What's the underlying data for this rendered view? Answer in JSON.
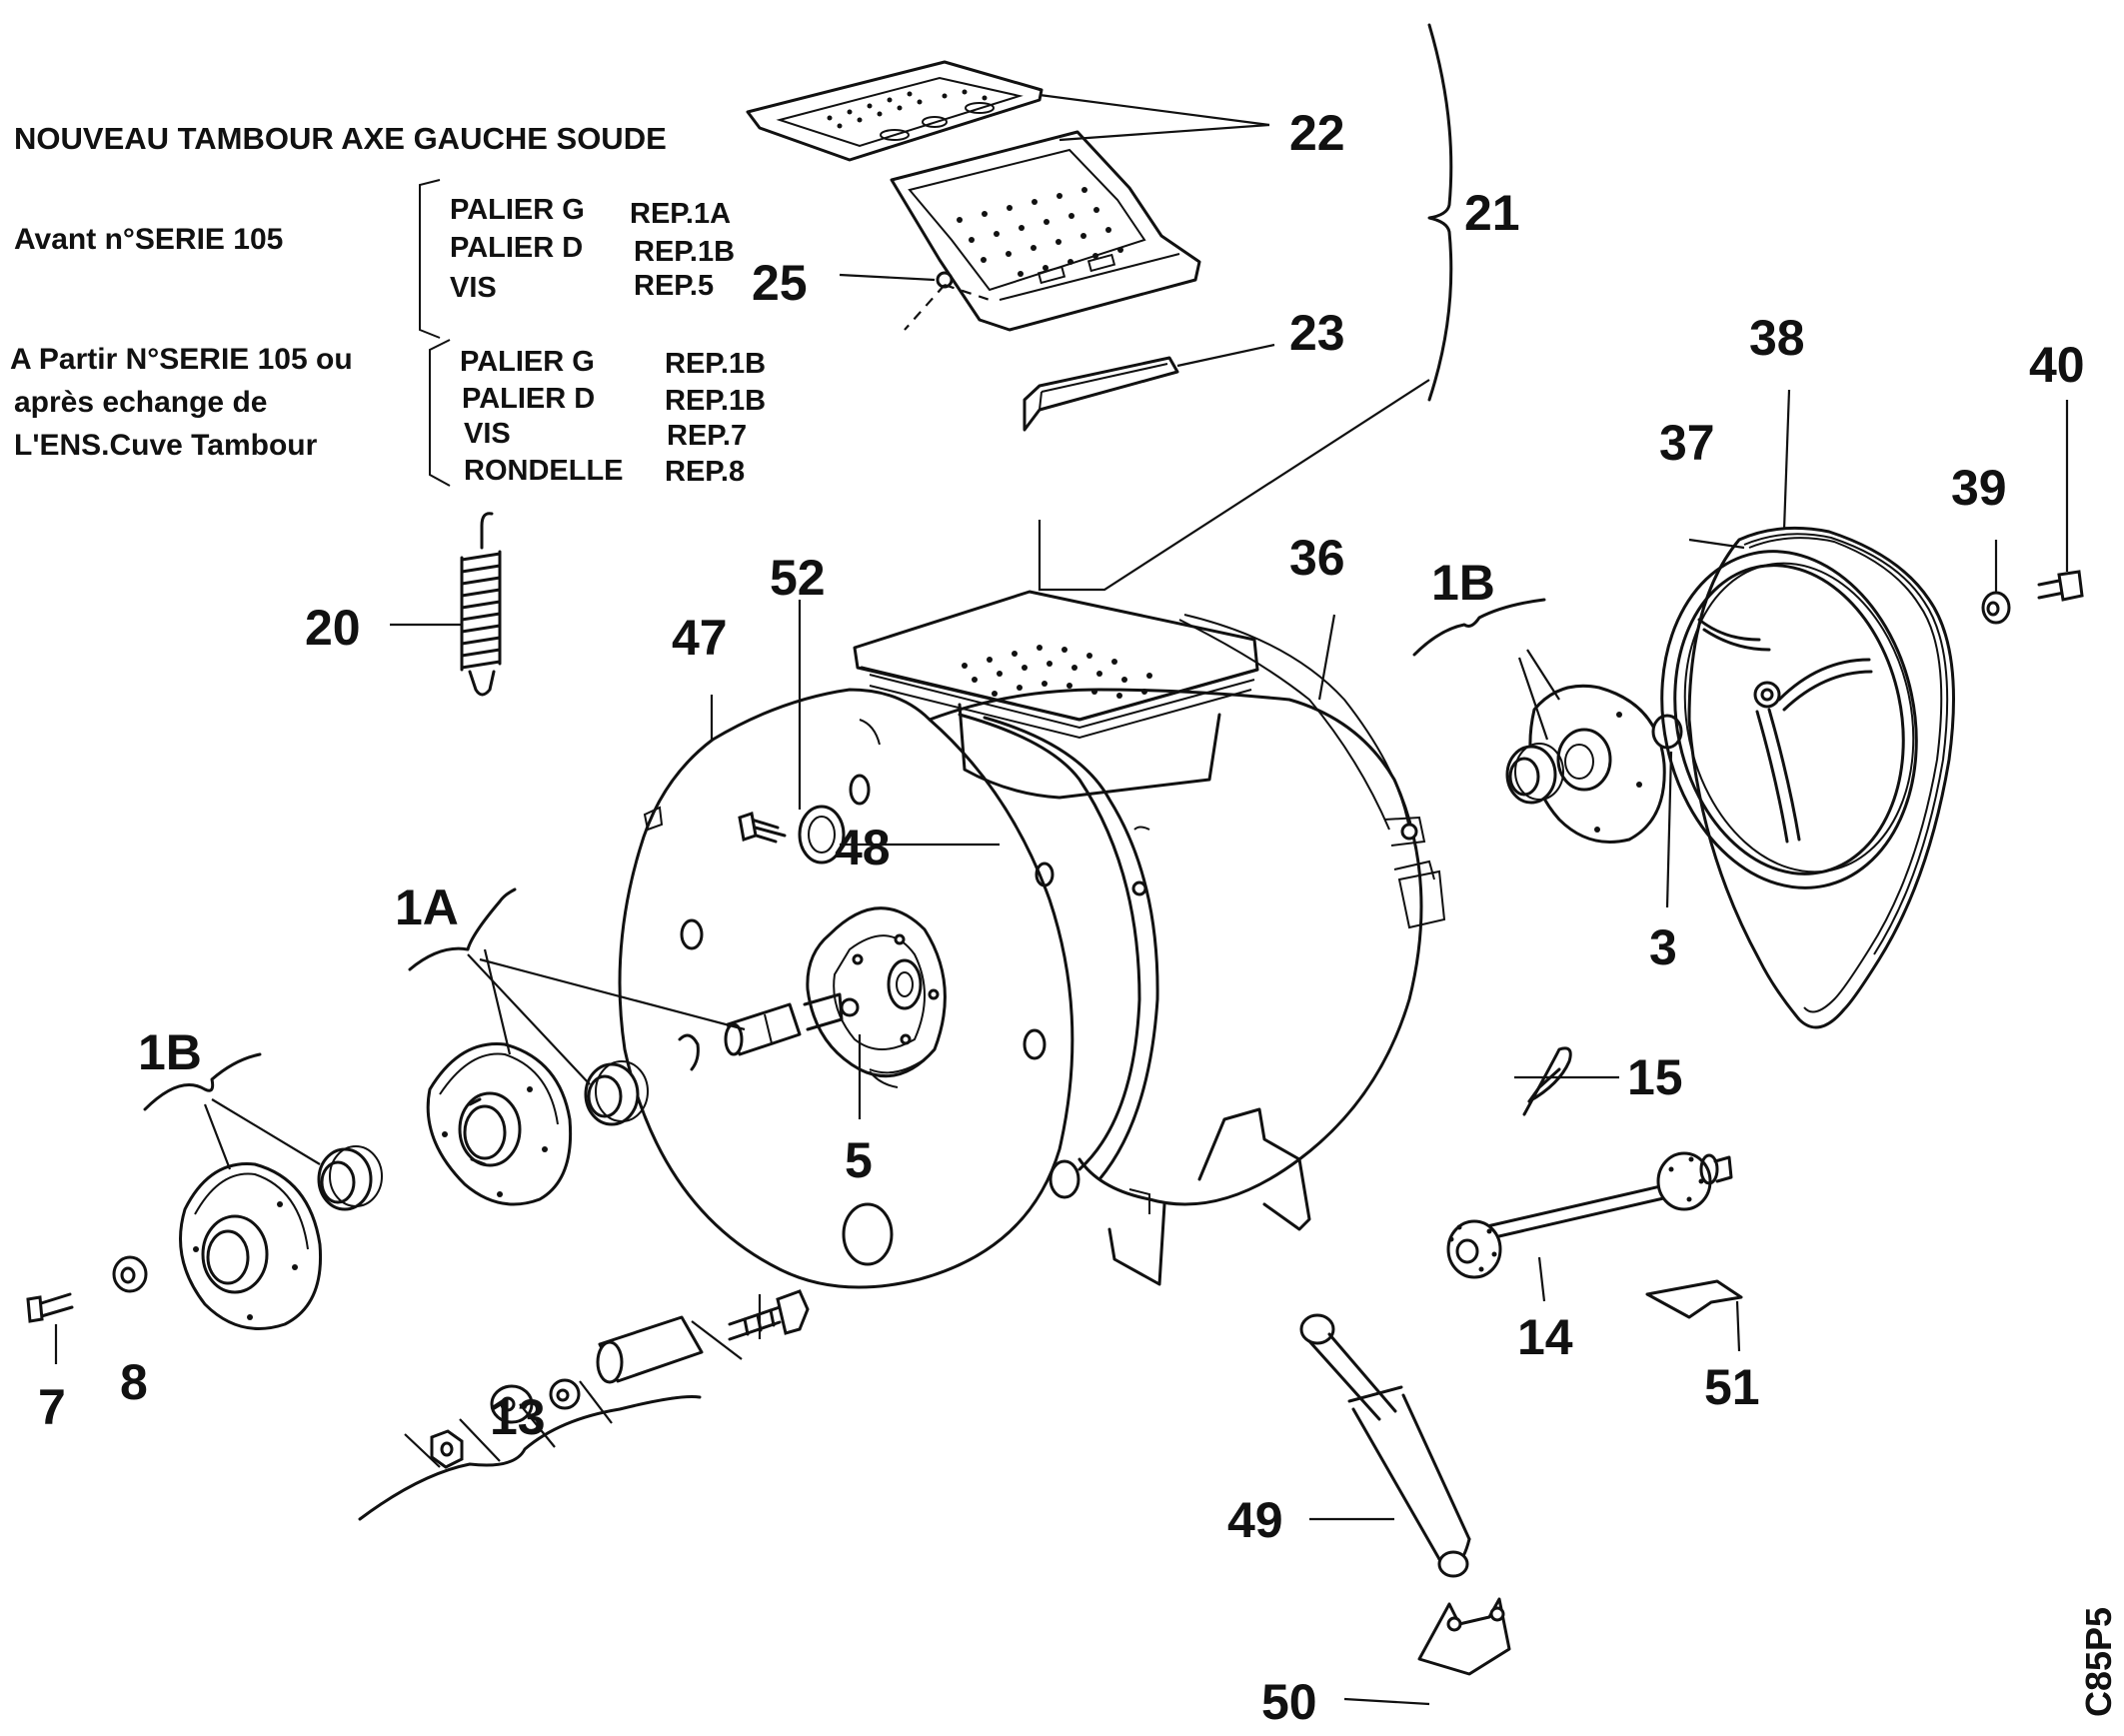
{
  "notes": {
    "title": "NOUVEAU TAMBOUR AXE GAUCHE SOUDE",
    "before_series": "Avant n°SERIE 105",
    "before_items": [
      {
        "part": "PALIER G",
        "ref": "REP.1A"
      },
      {
        "part": "PALIER D",
        "ref": "REP.1B"
      },
      {
        "part": "VIS",
        "ref": "REP.5"
      }
    ],
    "after_series_lines": [
      "A Partir N°SERIE 105 ou",
      "après echange de",
      "L'ENS.Cuve Tambour"
    ],
    "after_items": [
      {
        "part": "PALIER G",
        "ref": "REP.1B"
      },
      {
        "part": "PALIER D",
        "ref": "REP.1B"
      },
      {
        "part": "VIS",
        "ref": "REP.7"
      },
      {
        "part": "RONDELLE",
        "ref": "REP.8"
      }
    ]
  },
  "callouts": {
    "c22": "22",
    "c21": "21",
    "c25": "25",
    "c23": "23",
    "c38": "38",
    "c40": "40",
    "c37": "37",
    "c39": "39",
    "c20": "20",
    "c52": "52",
    "c36": "36",
    "c47": "47",
    "c1b_right": "1B",
    "c48": "48",
    "c1a": "1A",
    "c3": "3",
    "c1b_left": "1B",
    "c5": "5",
    "c15": "15",
    "c14": "14",
    "c7": "7",
    "c8": "8",
    "c51": "51",
    "c13": "13",
    "c49": "49",
    "c50": "50"
  },
  "figure_code": "C85P5",
  "colors": {
    "ink": "#111111",
    "paper": "#ffffff"
  }
}
